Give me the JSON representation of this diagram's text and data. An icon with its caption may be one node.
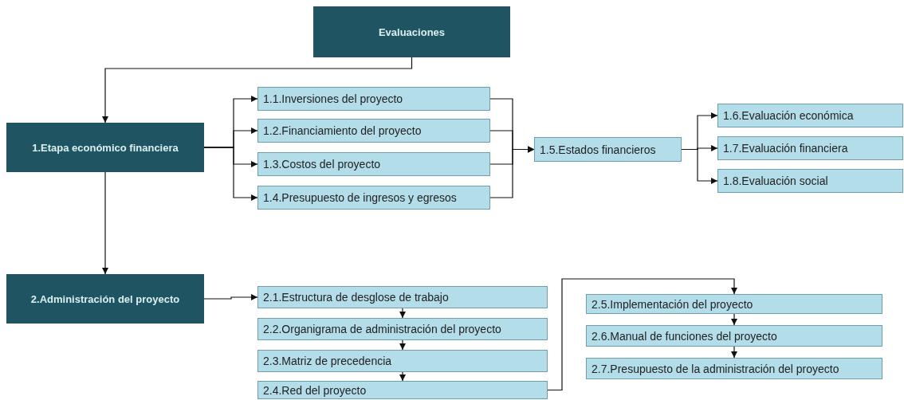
{
  "diagram": {
    "nodes": [
      {
        "text": [
          "Evaluaciones"
        ]
      },
      {
        "text": [
          "1.Etapa económico financiera"
        ]
      },
      {
        "text": [
          "2.Administración del proyecto"
        ]
      },
      {
        "text": [
          "1.1.Inversiones del proyecto"
        ]
      },
      {
        "text": [
          "1.2.Financiamiento del proyecto"
        ]
      },
      {
        "text": [
          "1.3.Costos del proyecto"
        ]
      },
      {
        "text": [
          "1.4.Presupuesto de ingresos y egresos"
        ]
      },
      {
        "text": [
          "1.5.Estados financieros"
        ]
      },
      {
        "text": [
          "1.6.Evaluación económica"
        ]
      },
      {
        "text": [
          "1.7.Evaluación financiera"
        ]
      },
      {
        "text": [
          "1.8.Evaluación social"
        ]
      },
      {
        "text": [
          "2.1.Estructura de desglose de trabajo"
        ]
      },
      {
        "text": [
          "2.2.Organigrama de administración del proyecto"
        ]
      },
      {
        "text": [
          "2.3.Matriz de precedencia"
        ]
      },
      {
        "text": [
          "2.4.Red del proyecto"
        ]
      },
      {
        "text": [
          "2.5.Implementación del proyecto"
        ]
      },
      {
        "text": [
          "2.6.Manual de funciones del proyecto"
        ]
      },
      {
        "text": [
          "2.7.Presupuesto de la administración del proyecto"
        ]
      }
    ],
    "edges": [
      {
        "from": 0,
        "to": 1,
        "arrow": "to"
      },
      {
        "from": 1,
        "to": 2,
        "arrow": "to"
      },
      {
        "from": 1,
        "to": 3,
        "arrow": "to"
      },
      {
        "from": 1,
        "to": 4,
        "arrow": "to"
      },
      {
        "from": 1,
        "to": 5,
        "arrow": "to"
      },
      {
        "from": 1,
        "to": 6,
        "arrow": "to"
      },
      {
        "from": 3,
        "to": 7,
        "arrow": "to"
      },
      {
        "from": 4,
        "to": 7,
        "arrow": "to"
      },
      {
        "from": 5,
        "to": 7,
        "arrow": "to"
      },
      {
        "from": 6,
        "to": 7,
        "arrow": "to"
      },
      {
        "from": 7,
        "to": 8,
        "arrow": "to"
      },
      {
        "from": 7,
        "to": 9,
        "arrow": "to"
      },
      {
        "from": 7,
        "to": 10,
        "arrow": "to"
      },
      {
        "from": 2,
        "to": 11,
        "arrow": "to"
      },
      {
        "from": 11,
        "to": 12,
        "arrow": "to"
      },
      {
        "from": 12,
        "to": 13,
        "arrow": "to"
      },
      {
        "from": 13,
        "to": 14,
        "arrow": "to"
      },
      {
        "from": 14,
        "to": 15,
        "arrow": "to"
      },
      {
        "from": 15,
        "to": 16,
        "arrow": "to"
      },
      {
        "from": 16,
        "to": 17,
        "arrow": "to"
      }
    ]
  }
}
